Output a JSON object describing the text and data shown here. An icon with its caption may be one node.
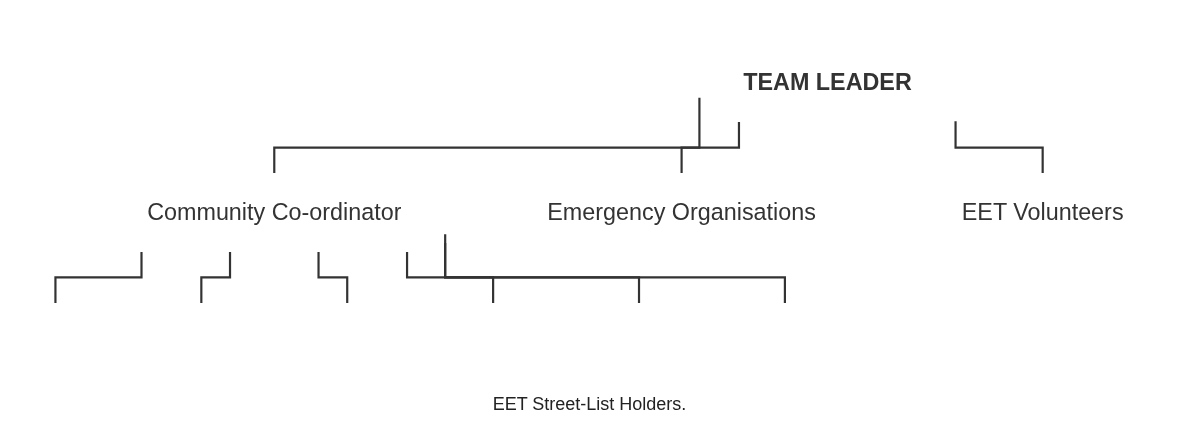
{
  "diagram": {
    "nodes": [
      {
        "text": [
          "TEAM LEADER"
        ]
      },
      {
        "text": [
          "Community Co-ordinator"
        ]
      },
      {
        "text": [
          "Emergency Organisations"
        ]
      },
      {
        "text": [
          "EET Volunteers"
        ]
      }
    ],
    "edges": [
      {
        "from": 0,
        "to": 1,
        "arrow": "none"
      },
      {
        "from": 0,
        "to": 2,
        "arrow": "none"
      },
      {
        "from": 0,
        "to": 3,
        "arrow": "none"
      },
      {
        "from": 1,
        "to": null,
        "arrow": "none"
      },
      {
        "from": 1,
        "to": null,
        "arrow": "none"
      },
      {
        "from": 1,
        "to": null,
        "arrow": "none"
      },
      {
        "from": 1,
        "to": null,
        "arrow": "none"
      },
      {
        "from": 1,
        "to": null,
        "arrow": "none"
      },
      {
        "from": 1,
        "to": null,
        "arrow": "none"
      }
    ],
    "labels": [
      "EET Street-List Holders."
    ]
  }
}
